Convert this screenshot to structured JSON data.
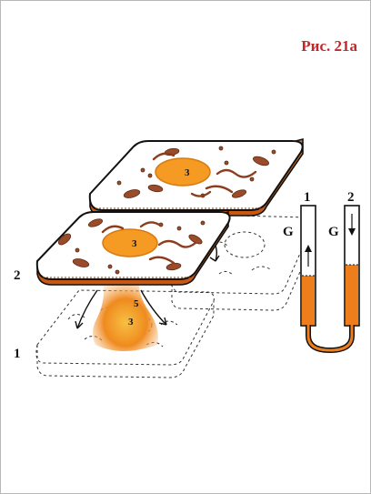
{
  "figure": {
    "caption": "Рис. 21а"
  },
  "cells_diagram": {
    "labels": {
      "upper_cell_nucleus": "3",
      "lower_cell_nucleus": "3",
      "stream_number": "3",
      "stream_top": "5",
      "layer_2": "2",
      "layer_1": "1"
    }
  },
  "tube_diagram": {
    "tube_left_label": "1",
    "tube_right_label": "2",
    "gravity_left": "G",
    "gravity_right": "G"
  },
  "colors": {
    "caption": "#c0282a",
    "orange": "#ee7d1b",
    "nucleus": "#f59a23",
    "organelle": "#9a4b2a",
    "outline": "#111111"
  }
}
